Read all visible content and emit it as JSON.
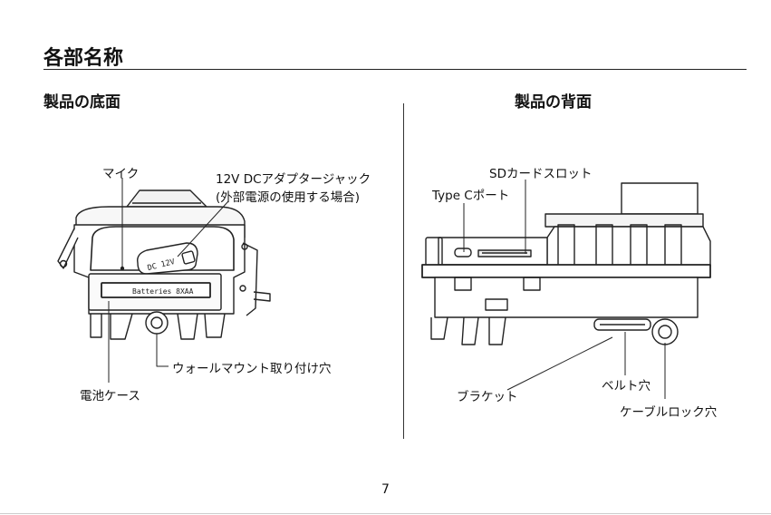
{
  "page": {
    "title": "各部名称",
    "page_number": "7"
  },
  "bottom_view": {
    "heading": "製品の底面",
    "labels": {
      "mic": "マイク",
      "dc_jack_line1": "12V DCアダプタージャック",
      "dc_jack_line2": "(外部電源の使用する場合)",
      "tripod": "ウォールマウント取り付け穴",
      "battery": "電池ケース"
    },
    "printed": {
      "dc": "DC  12V",
      "batteries": "Batteries 8XAA"
    }
  },
  "back_view": {
    "heading": "製品の背面",
    "labels": {
      "sd_slot": "SDカードスロット",
      "usb_c": "Type Cポート",
      "bracket": "ブラケット",
      "belt_hole": "ベルト穴",
      "cable_lock": "ケーブルロック穴"
    }
  },
  "colors": {
    "ink": "#111111",
    "line": "#222222"
  }
}
